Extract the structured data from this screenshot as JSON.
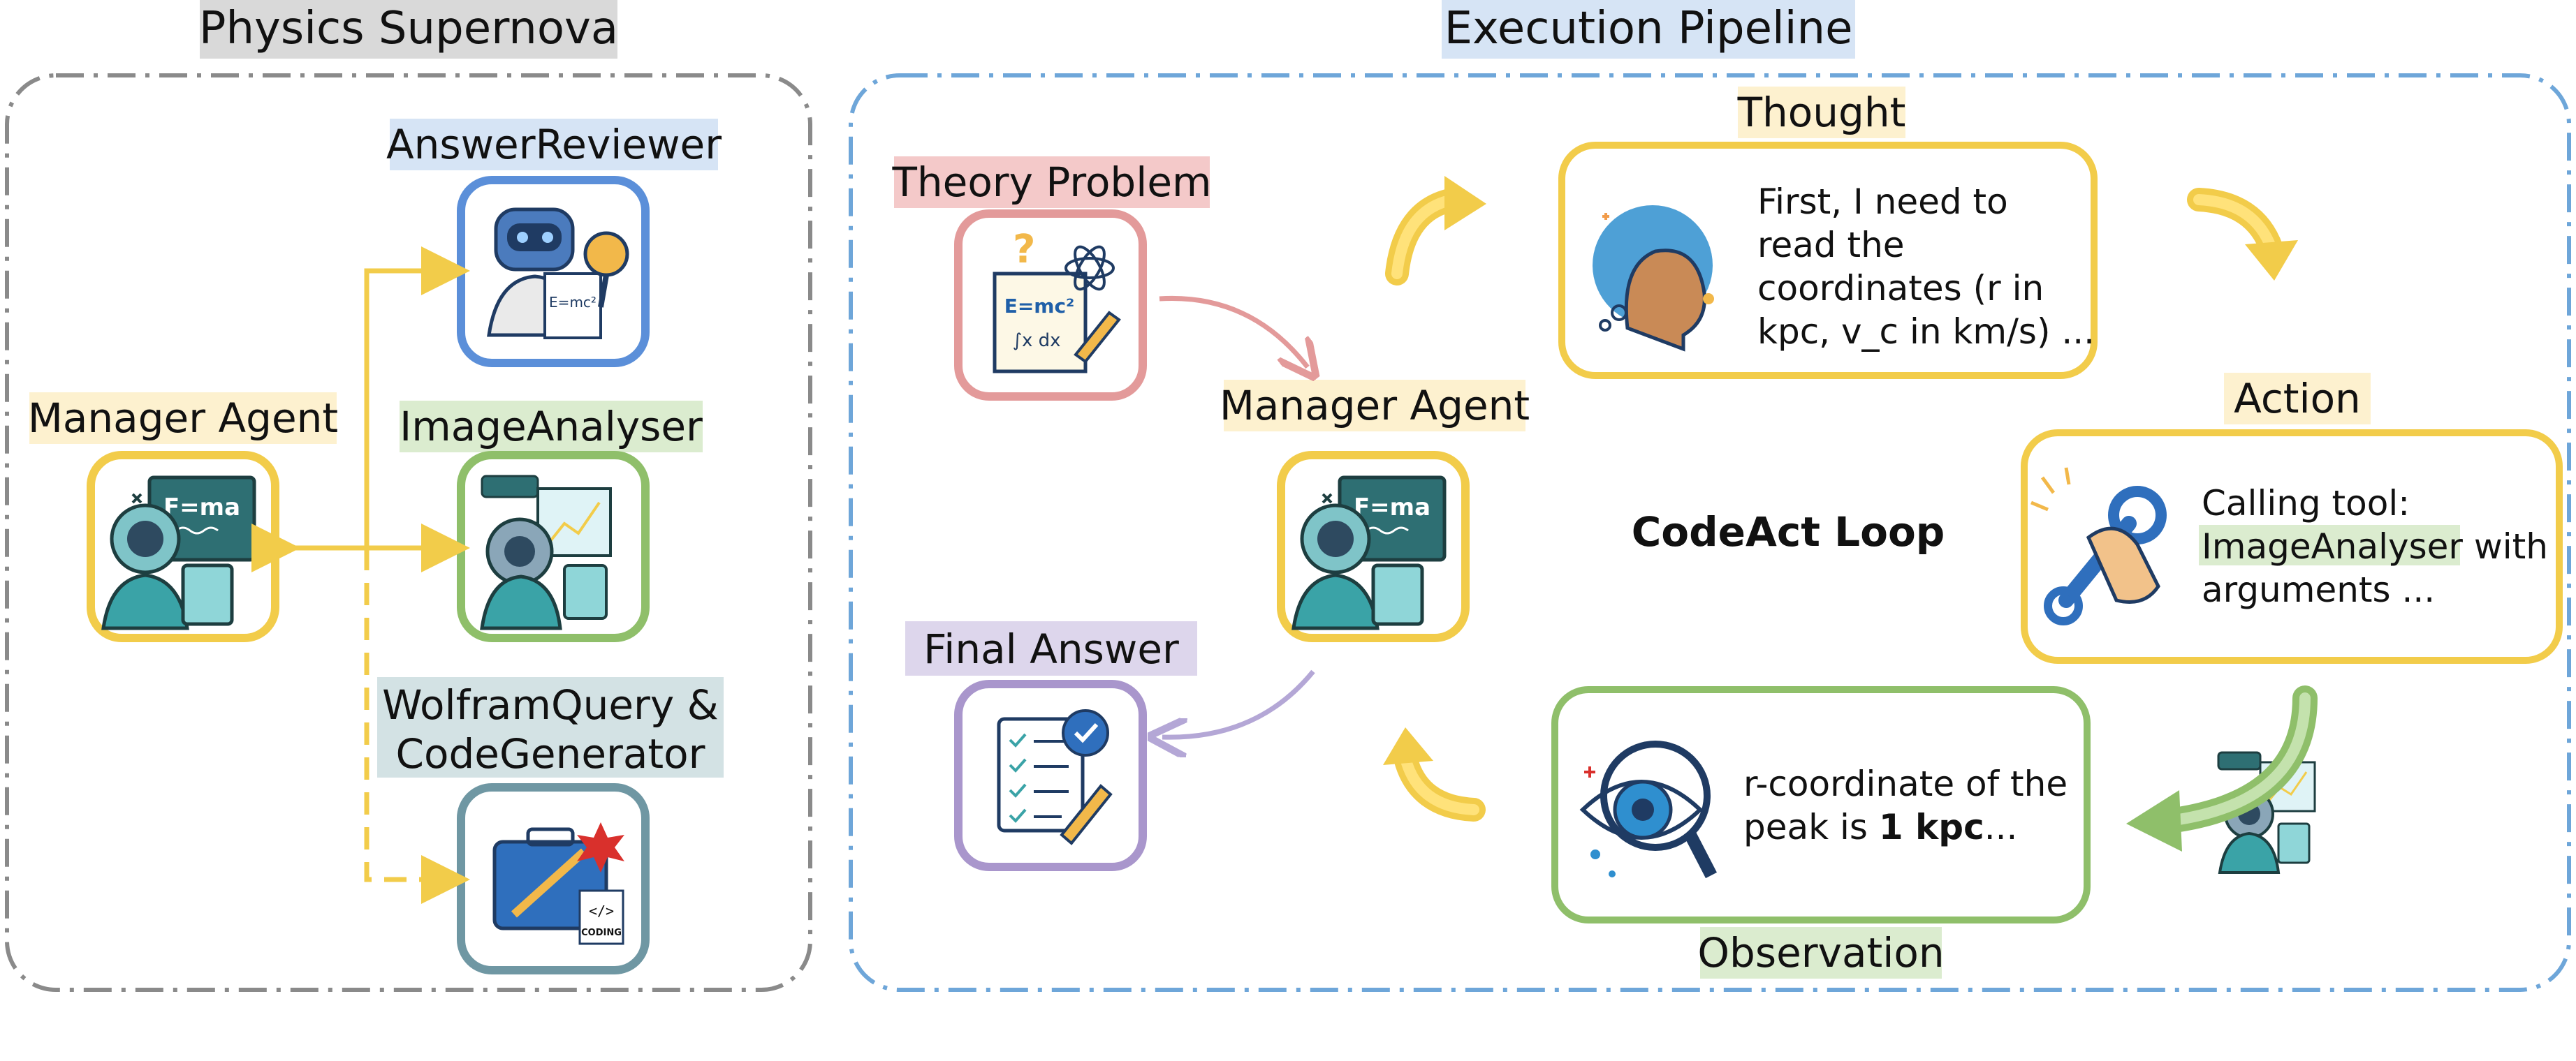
{
  "left_panel": {
    "title": "Physics Supernova",
    "manager_label": "Manager Agent",
    "tools": [
      {
        "label": "AnswerReviewer",
        "icon": "robot-reviewer-icon",
        "color": "#5b8fd9"
      },
      {
        "label": "ImageAnalyser",
        "icon": "robot-analyser-icon",
        "color": "#8fbf6a"
      },
      {
        "label_line1": "WolframQuery &",
        "label_line2": "CodeGenerator",
        "icon": "toolbox-icon",
        "color": "#6f97a3"
      }
    ],
    "manager_icon": "teacher-agent-icon",
    "manager_board_text": "F=ma",
    "coding_badge": "CODING",
    "code_glyph": "</>"
  },
  "right_panel": {
    "title": "Execution Pipeline",
    "theory_problem": {
      "label": "Theory Problem",
      "formula1": "E=mc²",
      "formula2": "∫x dx"
    },
    "manager_label": "Manager Agent",
    "manager_board_text": "F=ma",
    "loop_label": "CodeAct Loop",
    "final_answer": {
      "label": "Final Answer"
    },
    "thought": {
      "label": "Thought",
      "lines": [
        "First, I need to",
        "read the",
        "coordinates (r in",
        "kpc, v_c in km/s) ..."
      ]
    },
    "action": {
      "label": "Action",
      "line1": "Calling tool:",
      "tool_name": "ImageAnalyser",
      "line2_suffix": " with",
      "line3": "arguments ..."
    },
    "observation": {
      "label": "Observation",
      "line1": "r-coordinate of the",
      "line2_prefix": "peak is ",
      "line2_bold": "1 kpc",
      "line2_suffix": "..."
    }
  },
  "colors": {
    "yellow": "#f2cc4a",
    "blue": "#5b8fd9",
    "green": "#8fbf6a",
    "teal": "#6f97a3",
    "pink": "#e39a9a",
    "purple": "#a996cc",
    "label_gray": "#d9d9d9",
    "label_blue": "#d6e4f5",
    "label_yellow": "#fdf1cf",
    "label_green": "#dbeccf",
    "label_pink": "#f4c9c9",
    "label_purple": "#ddd6ec",
    "label_teal": "#d3e2e4"
  }
}
